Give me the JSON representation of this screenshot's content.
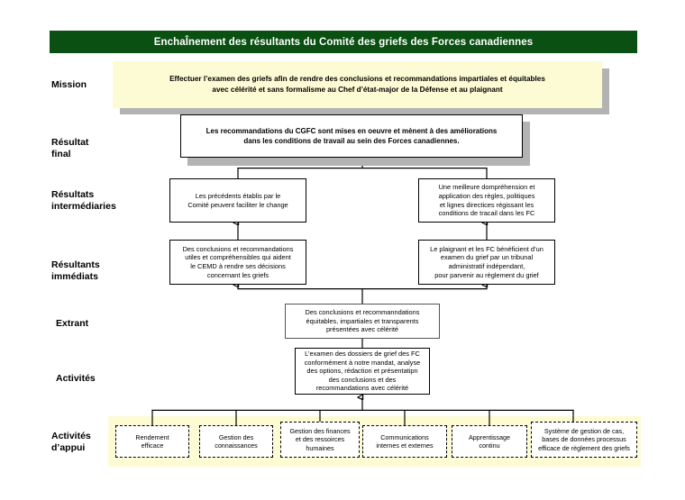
{
  "header": {
    "title": "EnchaÎnement des résultants du Comité des griefs des Forces canadiennes",
    "bar_color": "#0a5012",
    "text_color": "#ffffff"
  },
  "row_labels": [
    {
      "key": "mission",
      "label": "Mission"
    },
    {
      "key": "resultat-final",
      "label": "Résultat\nfinal"
    },
    {
      "key": "resultats-intermediaires",
      "label": "Résultats\nintermédiaries"
    },
    {
      "key": "resultants-immediats",
      "label": "Résultants\nimmédiats"
    },
    {
      "key": "extrant",
      "label": "Extrant"
    },
    {
      "key": "activites",
      "label": "Activités"
    },
    {
      "key": "activites-dappui",
      "label": "Activités\nd’appui"
    }
  ],
  "mission": {
    "text": "Effectuer l’examen des griefs afin de rendre des conclusions et recommandations impartiales et équitables\navec célérité et sans formalisme au Chef d’état-major de la Défense et au plaignant",
    "fill": "#fcfbd4",
    "shadow": "#b3b3b3"
  },
  "final_result": {
    "text": "Les recommandations du CGFC sont mises en oeuvre et mènent à des améliorations\ndans les conditions de travail au sein des Forces canadiennes.",
    "fill": "#ffffff",
    "shadow": "#b3b3b3"
  },
  "intermediate_results": [
    {
      "id": "precedents",
      "text": "Les précédents établis par le\nComité peuvent faciliter le change"
    },
    {
      "id": "comprehension",
      "text": "Une meilleure dompréhension et\napplication des règles, politiques\net lignes directices régissant les\nconditions de tracail dans les FC"
    }
  ],
  "immediate_results": [
    {
      "id": "conclusions-cemd",
      "text": "Des conclusions et recommandations\nutiles et compréhensibles qui aident\nle CEMD à rendre ses décisions\nconcernant les griefs"
    },
    {
      "id": "plaignant-tribunal",
      "text": "Le plaignant et les FC bénéficient d’un\nexamen du grief par un tribunal\nadministratif indépendant,\npour parvenir au règlement du grief"
    }
  ],
  "output": {
    "text": "Des conclusions et recommanndations\néquitables, impartiales et transparents\nprésentées avec célérité"
  },
  "activities": {
    "text": "L’examen des dossiers de grief des FC\nconformément à notre mandat, analyse\ndes options, rédaction et présentatipn\ndes conclusions et des\nrecommandations avec célérité"
  },
  "support_activities": {
    "band_fill": "#fcfbd4",
    "items": [
      {
        "id": "rendement-efficace",
        "text": "Rendement\nefficace"
      },
      {
        "id": "gestion-connaissances",
        "text": "Gestion des\nconnaissances"
      },
      {
        "id": "gestion-finances-rh",
        "text": "Gestion des finances\net des ressoirces\nhumaines"
      },
      {
        "id": "communications",
        "text": "Communications\ninternes et externes"
      },
      {
        "id": "apprentissage-continu",
        "text": "Apprentissage\ncontinu"
      },
      {
        "id": "systeme-gestion-cas",
        "text": "Système de gestion de cas,\nbases de données processus\nefficace de règlement des griefs"
      }
    ]
  }
}
